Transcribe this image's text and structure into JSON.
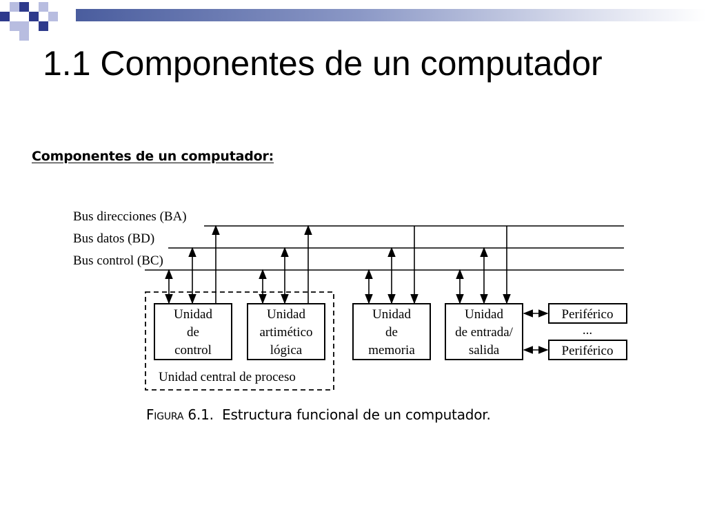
{
  "slide": {
    "title": "1.1 Componentes de un computador",
    "subtitle": "Componentes de un computador:"
  },
  "diagram": {
    "buses": [
      "Bus direcciones (BA)",
      "Bus datos (BD)",
      "Bus control (BC)"
    ],
    "units": {
      "control": [
        "Unidad",
        "de",
        "control"
      ],
      "alu": [
        "Unidad",
        "artimético",
        "lógica"
      ],
      "memory": [
        "Unidad",
        "de",
        "memoria"
      ],
      "io": [
        "Unidad",
        "de entrada/",
        "salida"
      ]
    },
    "peripherals": [
      "Periférico",
      "Periférico"
    ],
    "ellipsis": "...",
    "cpu_label": "Unidad central de proceso"
  },
  "caption": {
    "figure": "Figura 6.1.",
    "text": "Estructura funcional de un computador."
  },
  "colors": {
    "bar_dark": "#4a5d9e",
    "bar_light": "#d8dcec",
    "square_navy": "#2e3a8c",
    "square_lavender": "#b8bde0"
  }
}
